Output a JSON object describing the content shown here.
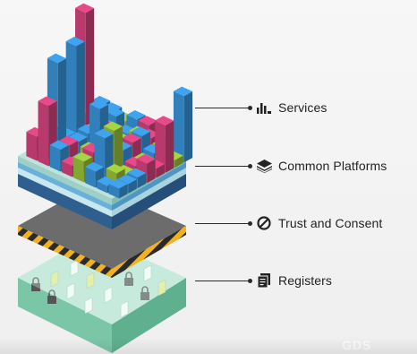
{
  "layers": {
    "services": {
      "label": "Services",
      "icon": "bar-chart-icon"
    },
    "platforms": {
      "label": "Common Platforms",
      "icon": "layers-icon"
    },
    "trust": {
      "label": "Trust and Consent",
      "icon": "prohibited-icon"
    },
    "registers": {
      "label": "Registers",
      "icon": "document-icon"
    }
  },
  "watermark": "GDS",
  "colors": {
    "pink": "#d9447f",
    "blue": "#3a97dd",
    "green": "#9bc43d",
    "hazard_yellow": "#f2b21c",
    "hazard_dark": "#2a2a2a",
    "trust_top": "#6c6c6c",
    "register_glass": "#8fd3b5",
    "platform_teal": "#9fd0c8"
  }
}
